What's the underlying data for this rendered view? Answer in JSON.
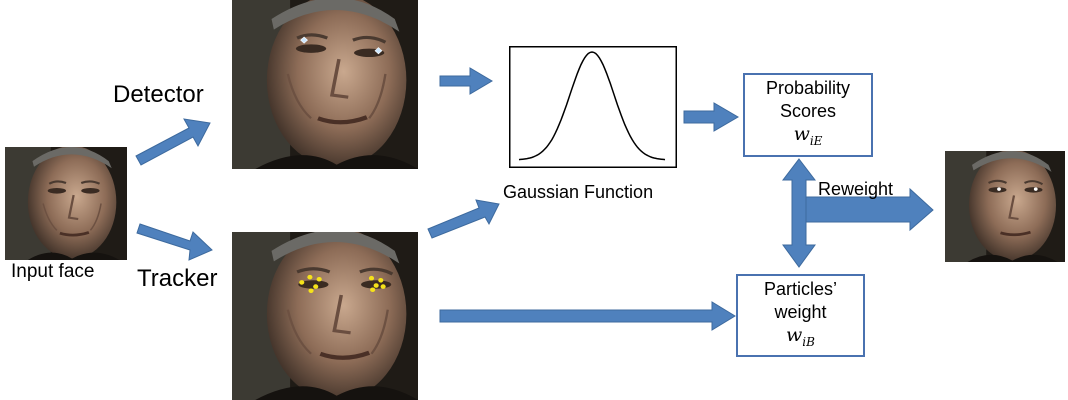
{
  "labels": {
    "input_face": "Input face",
    "detector": "Detector",
    "tracker": "Tracker",
    "gaussian": "Gaussian Function",
    "reweight": "Reweight"
  },
  "prob_box": {
    "line1": "Probability",
    "line2": "Scores",
    "var": "w",
    "sub": "iE"
  },
  "particles_box": {
    "line1": "Particles’",
    "line2": "weight",
    "var": "w",
    "sub": "iB"
  },
  "colors": {
    "arrow": "#4f81bd",
    "box_border": "#4a72b0",
    "detector_markers": "#cfe8ff",
    "tracker_markers": "#f5e21a"
  }
}
